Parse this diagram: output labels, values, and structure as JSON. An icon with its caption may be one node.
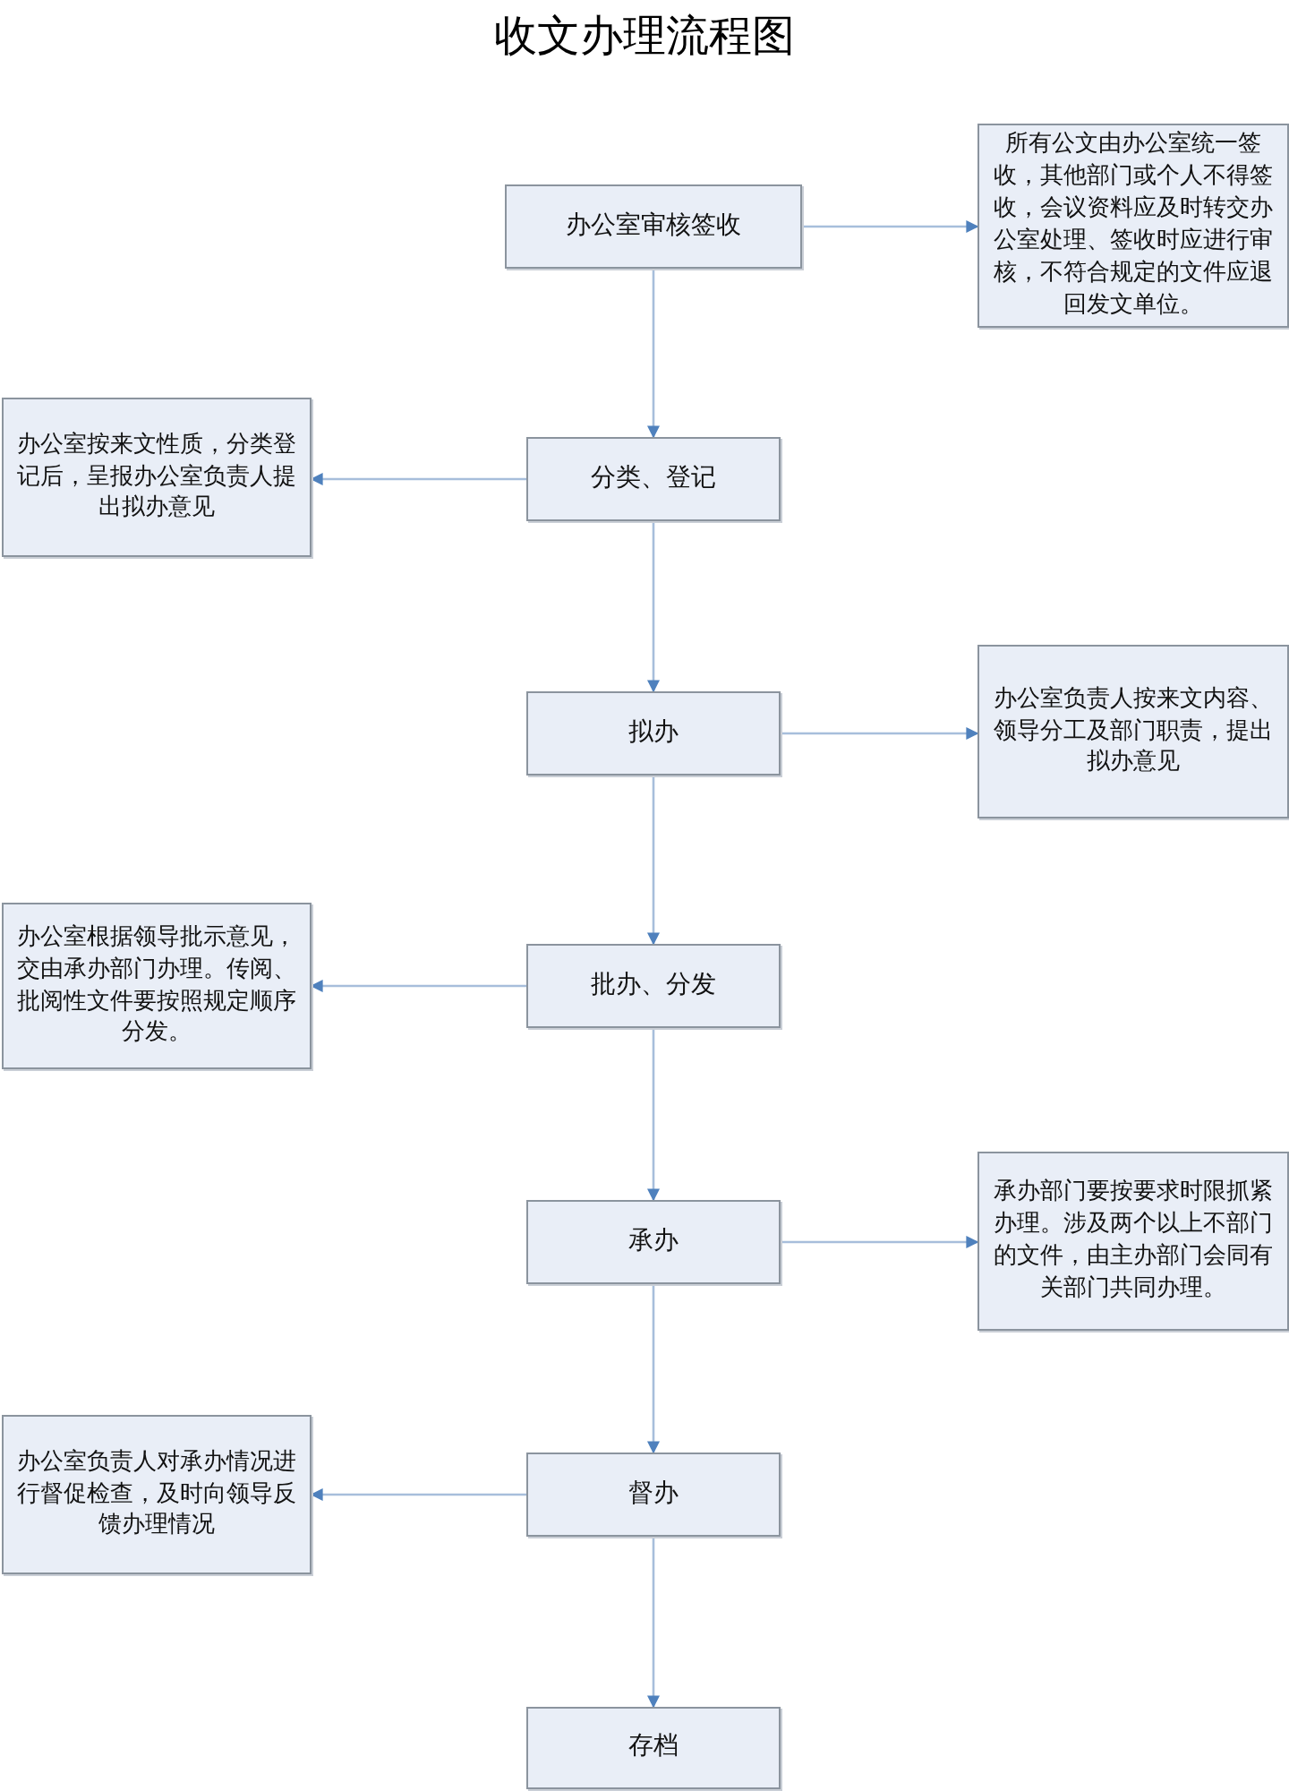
{
  "diagram": {
    "title": "收文办理流程图",
    "nodes": [
      {
        "text": [
          "办公室审核签收"
        ]
      },
      {
        "text": [
          "所有公文由办公室统一签收，其他部门或个人不得签收，会议资料应及时转交办公室处理、签收时应进行审核，不符合规定的文件应退回发文单位。"
        ]
      },
      {
        "text": [
          "办公室按来文性质，分类登记后，呈报办公室负责人提出拟办意见"
        ]
      },
      {
        "text": [
          "分类、登记"
        ]
      },
      {
        "text": [
          "拟办"
        ]
      },
      {
        "text": [
          "办公室负责人按来文内容、领导分工及部门职责，提出拟办意见"
        ]
      },
      {
        "text": [
          "办公室根据领导批示意见，交由承办部门办理。传阅、批阅性文件要按照规定顺序分发。"
        ]
      },
      {
        "text": [
          "批办、分发"
        ]
      },
      {
        "text": [
          "承办"
        ]
      },
      {
        "text": [
          "承办部门要按要求时限抓紧办理。涉及两个以上不部门的文件，由主办部门会同有关部门共同办理。"
        ]
      },
      {
        "text": [
          "办公室负责人对承办情况进行督促检查，及时向领导反馈办理情况"
        ]
      },
      {
        "text": [
          "督办"
        ]
      },
      {
        "text": [
          "存档"
        ]
      }
    ],
    "edges": [
      {
        "from": 0,
        "to": 1,
        "arrow": "to"
      },
      {
        "from": 0,
        "to": 3,
        "arrow": "to"
      },
      {
        "from": 3,
        "to": 2,
        "arrow": "to"
      },
      {
        "from": 3,
        "to": 4,
        "arrow": "to"
      },
      {
        "from": 4,
        "to": 5,
        "arrow": "to"
      },
      {
        "from": 4,
        "to": 7,
        "arrow": "to"
      },
      {
        "from": 7,
        "to": 6,
        "arrow": "to"
      },
      {
        "from": 7,
        "to": 8,
        "arrow": "to"
      },
      {
        "from": 8,
        "to": 9,
        "arrow": "to"
      },
      {
        "from": 8,
        "to": 11,
        "arrow": "to"
      },
      {
        "from": 11,
        "to": 10,
        "arrow": "to"
      },
      {
        "from": 11,
        "to": 12,
        "arrow": "to"
      }
    ]
  }
}
